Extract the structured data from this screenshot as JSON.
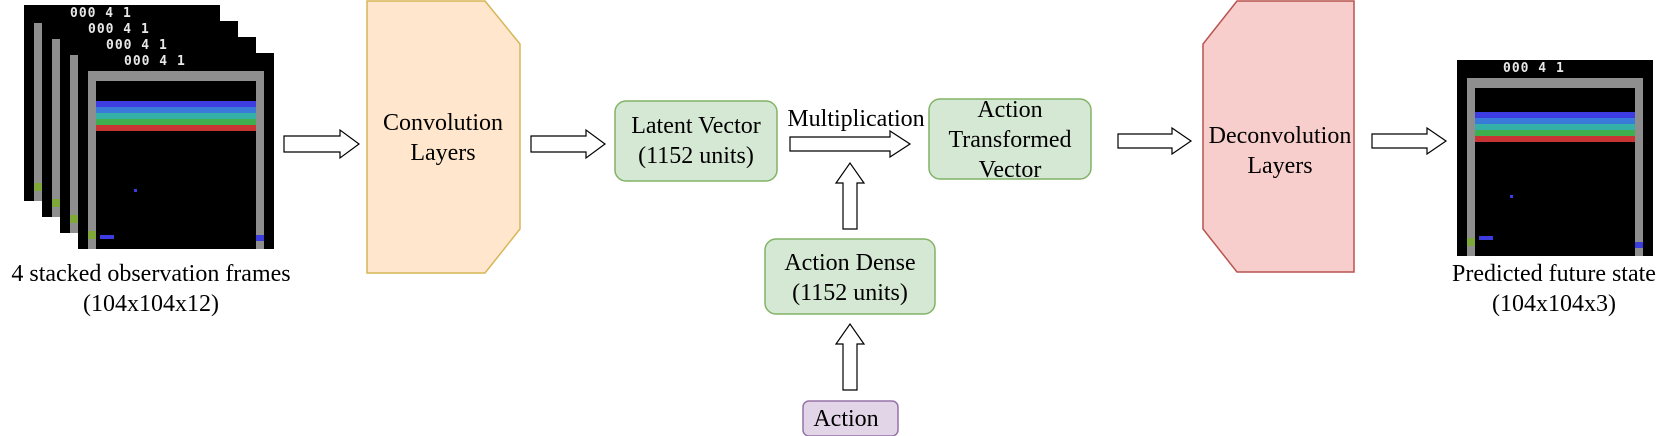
{
  "input": {
    "caption_line1": "4 stacked observation frames",
    "caption_line2": "(104x104x12)",
    "frame_count": 4,
    "score_text": "000  4  1"
  },
  "conv": {
    "line1": "Convolution",
    "line2": "Layers"
  },
  "latent": {
    "line1": "Latent Vector",
    "line2": "(1152 units)"
  },
  "multiplication": "Multiplication",
  "action_transformed": {
    "line1": "Action",
    "line2": "Transformed",
    "line3": "Vector"
  },
  "action_dense": {
    "line1": "Action Dense",
    "line2": "(1152 units)"
  },
  "action": "Action",
  "deconv": {
    "line1": "Deconvolution",
    "line2": "Layers"
  },
  "output": {
    "caption_line1": "Predicted future state",
    "caption_line2": "(104x104x3)",
    "score_text": "000  4  1"
  },
  "colors": {
    "conv_fill": "#ffe6cc",
    "conv_stroke": "#d6b656",
    "green_fill": "#d5e8d4",
    "green_stroke": "#82b366",
    "red_fill": "#f8cecc",
    "red_stroke": "#b85450",
    "purple_fill": "#e1d5e7",
    "purple_stroke": "#9673a6",
    "wall": "#8e8e8e",
    "brick_rows": [
      "#3c3ce0",
      "#3a7ad8",
      "#35b0a8",
      "#3fae4f",
      "#c83434"
    ]
  }
}
